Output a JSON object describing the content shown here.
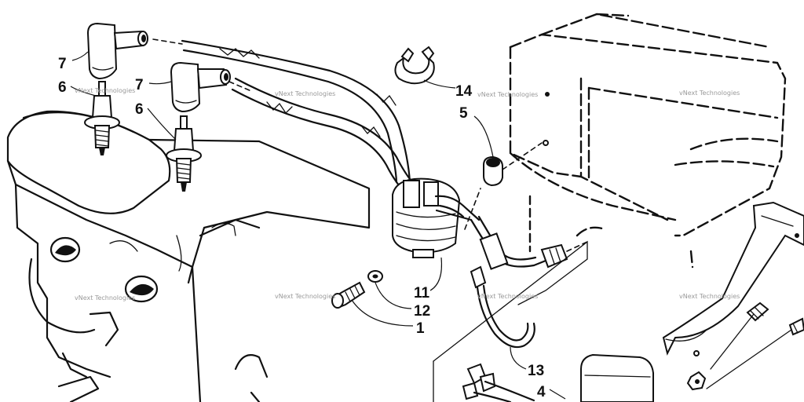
{
  "callouts": {
    "c7a": "7",
    "c6a": "6",
    "c7b": "7",
    "c6b": "6",
    "c14": "14",
    "c5": "5",
    "c11": "11",
    "c12": "12",
    "c1": "1",
    "c13": "13",
    "c4": "4"
  },
  "watermark": {
    "text": "vNext Technologies"
  }
}
